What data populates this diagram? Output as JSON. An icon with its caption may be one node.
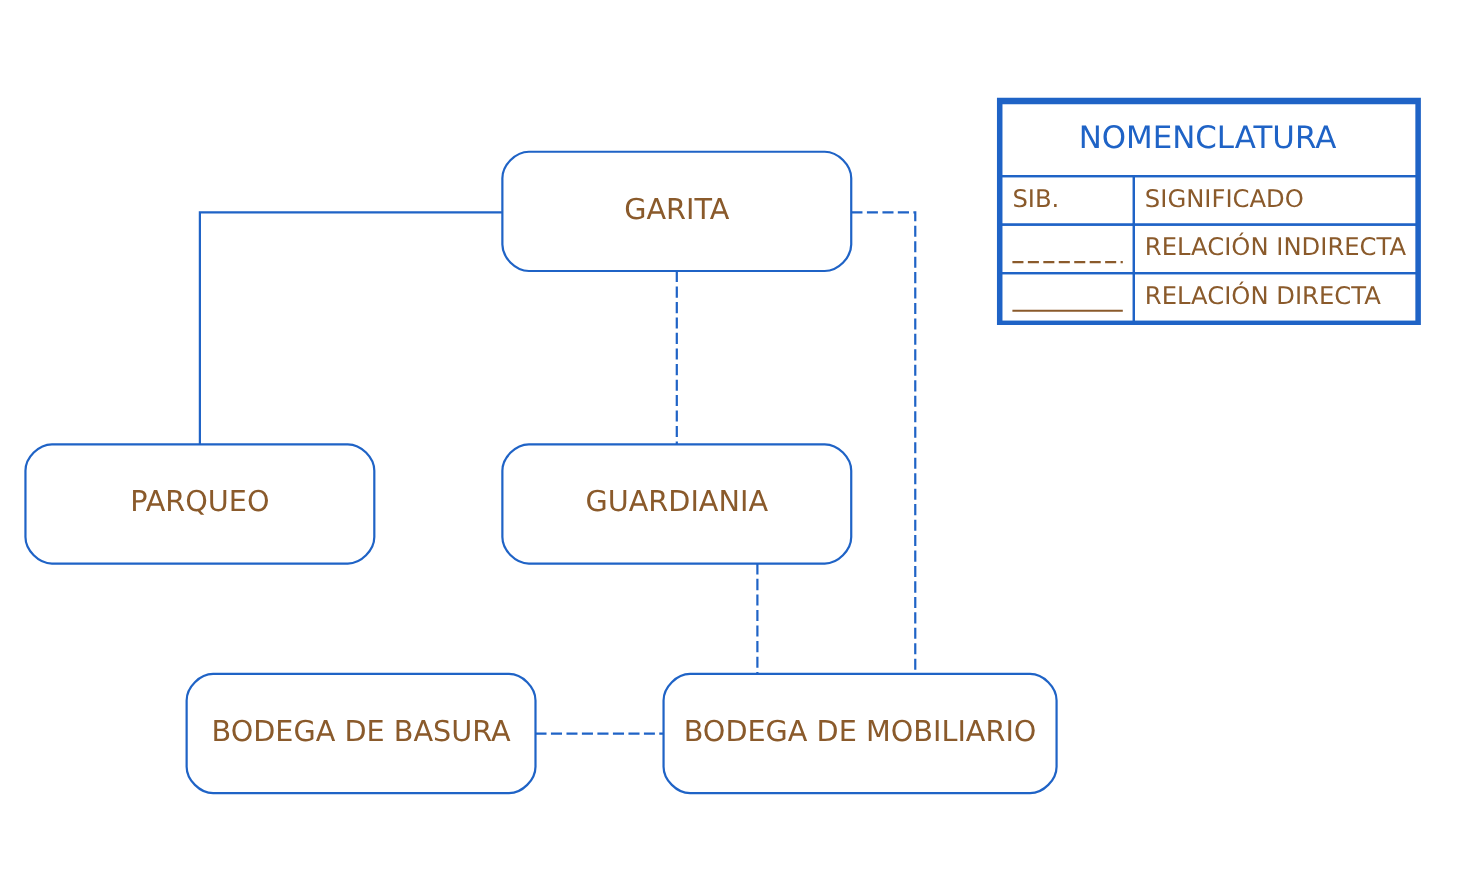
{
  "diagram": {
    "nodes": [
      {
        "text": [
          "GARITA"
        ]
      },
      {
        "text": [
          "PARQUEO"
        ]
      },
      {
        "text": [
          "GUARDIANIA"
        ]
      },
      {
        "text": [
          "BODEGA DE MOBILIARIO"
        ]
      },
      {
        "text": [
          "BODEGA DE BASURA"
        ]
      }
    ],
    "edges": [
      {
        "from": 0,
        "to": 1,
        "arrow": "none"
      },
      {
        "from": 0,
        "to": 2,
        "arrow": "none",
        "style": "dashed"
      },
      {
        "from": 0,
        "to": 3,
        "arrow": "none",
        "style": "dashed"
      },
      {
        "from": 2,
        "to": 3,
        "arrow": "none",
        "style": "dashed"
      },
      {
        "from": 4,
        "to": 3,
        "arrow": "none",
        "style": "dashed"
      }
    ],
    "labels": [
      "NOMENCLATURA",
      "SIB.",
      "SIGNIFICADO"
    ],
    "legend": [
      {
        "text": "RELACIÓN INDIRECTA"
      },
      {
        "text": "RELACIÓN DIRECTA"
      }
    ]
  }
}
